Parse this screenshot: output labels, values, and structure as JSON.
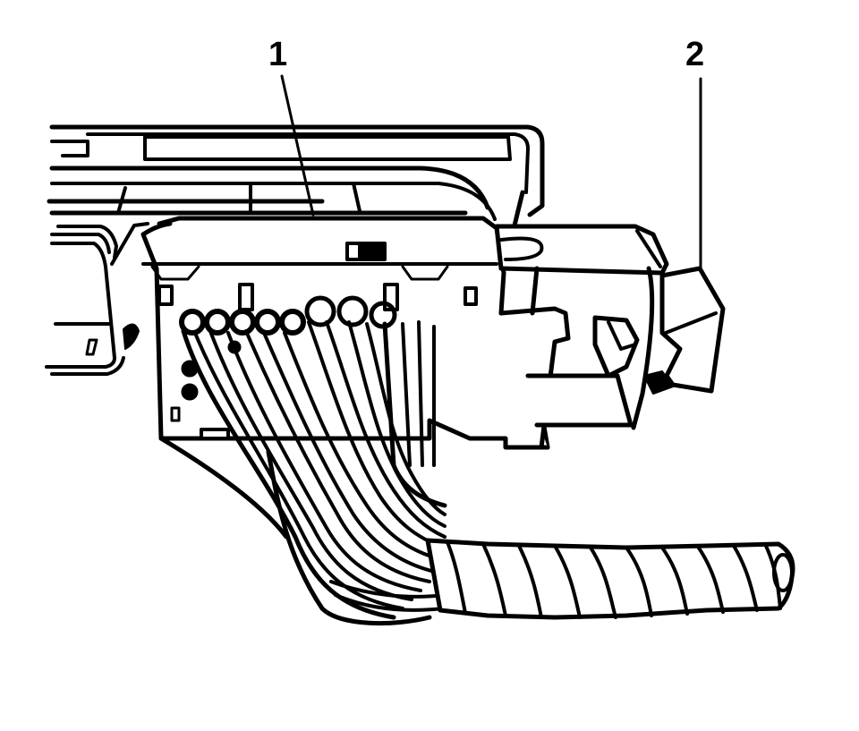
{
  "figure": {
    "type": "technical-line-drawing",
    "subject": "electrical connector with wire harness",
    "background": "#ffffff",
    "ink": "#000000"
  },
  "callouts": [
    {
      "id": "1",
      "label": "1",
      "points_to": "connector"
    },
    {
      "id": "2",
      "label": "2",
      "points_to": "connector-lock"
    }
  ],
  "icons": {
    "wire-harness": "spiral-wrapped-conduit",
    "connector": "multi-pin-connector-body",
    "lock": "connector-position-assurance-lock"
  }
}
